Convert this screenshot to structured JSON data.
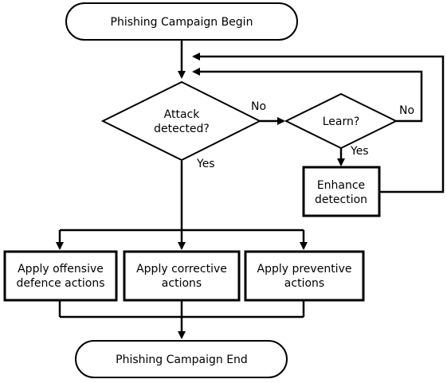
{
  "nodes": {
    "start": "Phishing Campaign Begin",
    "attack_line1": "Attack",
    "attack_line2": "detected?",
    "learn": "Learn?",
    "enhance_line1": "Enhance",
    "enhance_line2": "detection",
    "offensive_line1": "Apply offensive",
    "offensive_line2": "defence actions",
    "corrective_line1": "Apply corrective",
    "corrective_line2": "actions",
    "preventive_line1": "Apply preventive",
    "preventive_line2": "actions",
    "end": "Phishing Campaign End"
  },
  "edges": {
    "attack_no": "No",
    "attack_yes": "Yes",
    "learn_no": "No",
    "learn_yes": "Yes"
  }
}
